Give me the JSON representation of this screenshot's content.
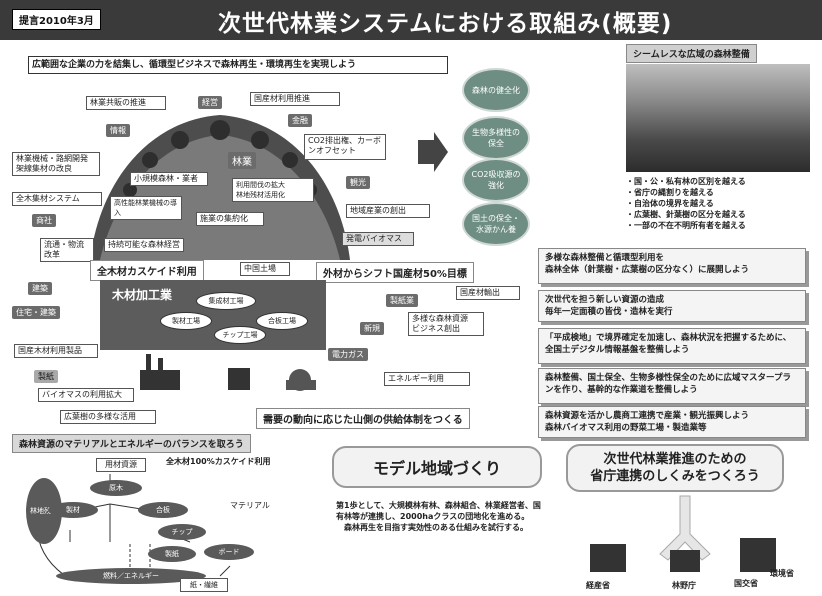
{
  "header": {
    "badge": "提言2010年3月",
    "title": "次世代林業システムにおける取組み(概要)"
  },
  "left_banner": "広範囲な企業の力を結集し、循環型ビジネスで森林再生・環境再生を実現しよう",
  "labels": {
    "forest_coop": "林業共販の推進",
    "tag_finance": "経営",
    "national_tree": "国産材利用推進",
    "tag_info": "情報",
    "tag_finance2": "金融",
    "cross_forestry": "林業機械・路網開発\n架線集材の改良",
    "co2": "CO2排出権、カーボンオフセット",
    "whole_tree": "全木集材システム",
    "forest_mid": "林業",
    "small_scale": "小規模森林・業者",
    "high_perf": "高性能林業機械の導入",
    "plan": "利用間伐の拡大\n林地残材活用化",
    "land_consol": "施業の集約化",
    "region": "地域産業の創出",
    "tag_commerce": "商社",
    "dist": "流通・物流\n改革",
    "sustainable": "持続可能な森林経営",
    "tag_tourism": "観光",
    "biomass_tag": "発電バイオマス",
    "cascade": "全木材カスケイド利用",
    "china": "中国土場",
    "import_shift": "外材からシフト国産材50%目標",
    "tag_build": "建築",
    "mill": "木材加工業",
    "timber_factory": "集成材工場",
    "sawmill": "製材工場",
    "plywood": "合板工場",
    "chip": "チップ工場",
    "tag_house": "住宅・建築",
    "tag_paper": "製紙業",
    "export": "国産材輸出",
    "tag_new": "新規",
    "new_biz": "多様な森林資源\nビジネス創出",
    "domestic_prod": "国産木材利用製品",
    "tag_power": "電力ガス",
    "tag_housing": "製紙",
    "biomass_use": "バイオマスの利用拡大",
    "broadleaf": "広葉樹の多様な活用",
    "energy": "エネルギー利用",
    "supply_banner": "需要の動向に応じた山側の供給体制をつくる"
  },
  "goals": [
    {
      "text": "森林の健全化"
    },
    {
      "text": "生物多様性の保全"
    },
    {
      "text": "CO2吸収源の強化"
    },
    {
      "text": "国土の保全・水源かん養"
    }
  ],
  "right": {
    "caption": "シームレスな広域の森林整備",
    "bullets": [
      "・国・公・私有林の区別を越える",
      "・省庁の縄割りを越える",
      "・自治体の境界を越える",
      "・広葉樹、針葉樹の区分を越える",
      "・一部の不在不明所有者を越える"
    ],
    "boxes": [
      "多様な森林整備と循環型利用を\n森林全体（針葉樹・広葉樹の区分なく）に展開しよう",
      "次世代を担う新しい資源の造成\n毎年一定面積の皆伐・造林を実行",
      "「平成検地」で境界確定を加速し、森林状況を把握するために、全国土デジタル情報基盤を整備しよう",
      "森林整備、国土保全、生物多様性保全のために広域マスタープランを作り、基幹的な作業道を整備しよう",
      "森林資源を活かし農商工連携で産業・観光振興しよう\n森林バイオマス利用の野菜工場・製造業等"
    ]
  },
  "bottom_left": {
    "title": "森林資源のマテリアルとエネルギーのバランスを取ろう",
    "subtitle": "全木材100%カスケイド利用",
    "material": "マテリアル",
    "nodes": [
      "用材資源",
      "原木",
      "製材",
      "合板",
      "チップ",
      "製紙",
      "ボード",
      "燃料／エネルギー",
      "紙・繊維"
    ],
    "left_oval": "林地残材"
  },
  "model": {
    "title": "モデル地域づくり",
    "desc": "第1歩として、大規模林有林、森林組合、林業経営者、国有林等が連携し、2000haクラスの団地化を進める。\n　森林再生を目指す実効性のある仕組みを試行する。"
  },
  "ministry": {
    "title": "次世代林業推進のための\n省庁連携のしくみをつくろう",
    "labels": [
      "経産省",
      "林野庁",
      "国交省",
      "環境省"
    ]
  }
}
